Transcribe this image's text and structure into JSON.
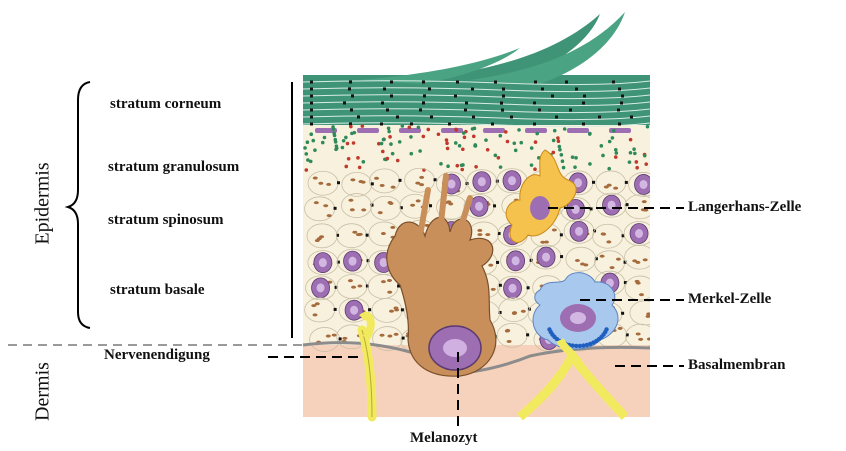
{
  "layers": {
    "corneum": "stratum corneum",
    "granulosum": "stratum granulosum",
    "spinosum": "stratum spinosum",
    "basale": "stratum basale"
  },
  "regions": {
    "epidermis": "Epidermis",
    "dermis": "Dermis"
  },
  "callouts": {
    "langerhans": "Langerhans-Zelle",
    "merkel": "Merkel-Zelle",
    "basalmembran": "Basalmembran",
    "nervenendigung": "Nervenendigung",
    "melanozyt": "Melanozyt"
  },
  "colors": {
    "corneum": "#3f9478",
    "dermis": "#f6d2bd",
    "cell_nucleus": "#9d6fb2",
    "melanocyte": "#c98f5a",
    "langerhans": "#f4c24d",
    "merkel": "#a9c8ee",
    "nerve": "#f2ea5e",
    "granules": "#2f8a5b"
  }
}
